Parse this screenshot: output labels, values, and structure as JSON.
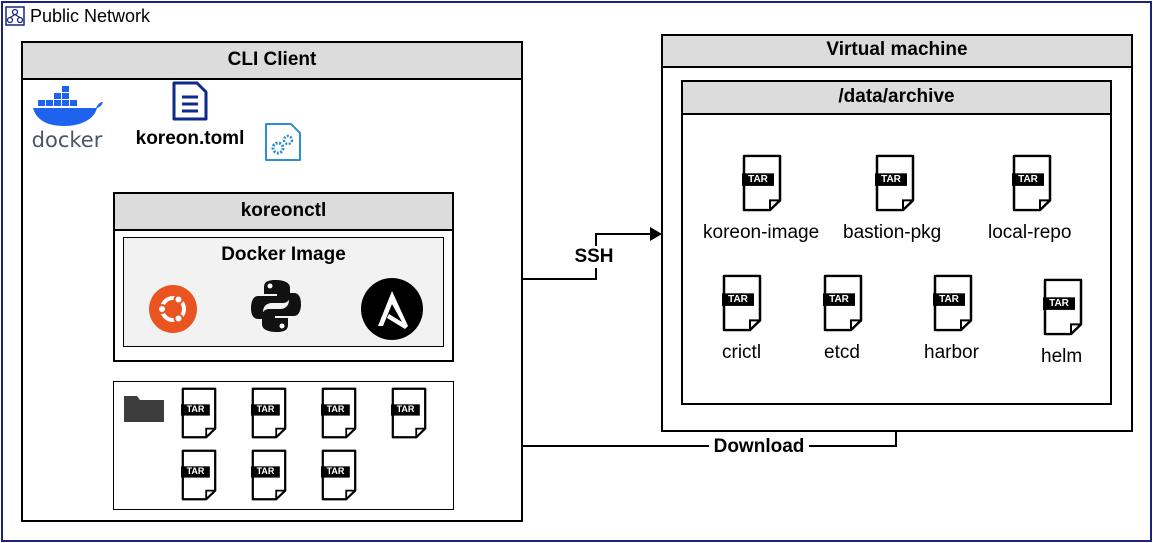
{
  "network": {
    "label": "Public Network"
  },
  "client": {
    "title": "CLI Client",
    "docker_logo_text": "docker",
    "config_file": "koreon.toml",
    "tool": "koreonctl",
    "image_title": "Docker Image"
  },
  "vm": {
    "title": "Virtual machine",
    "archive_path": "/data/archive",
    "archives": [
      "koreon-image",
      "bastion-pkg",
      "local-repo",
      "crictl",
      "etcd",
      "harbor",
      "helm"
    ]
  },
  "connections": {
    "ssh": "SSH",
    "download": "Download"
  },
  "tar_badge": "TAR",
  "colors": {
    "frame": "#1a237e",
    "header_bg": "#dcdcdc",
    "docker_blue": "#1d63ed",
    "ubuntu": "#e95420",
    "doc_icon": "#0d2a8a",
    "gear_icon": "#2b8fd6"
  },
  "icons": [
    "network-icon",
    "docker-logo",
    "document-icon",
    "gear-file-icon",
    "ubuntu-icon",
    "python-icon",
    "ansible-icon",
    "folder-icon",
    "tar-file-icon"
  ]
}
